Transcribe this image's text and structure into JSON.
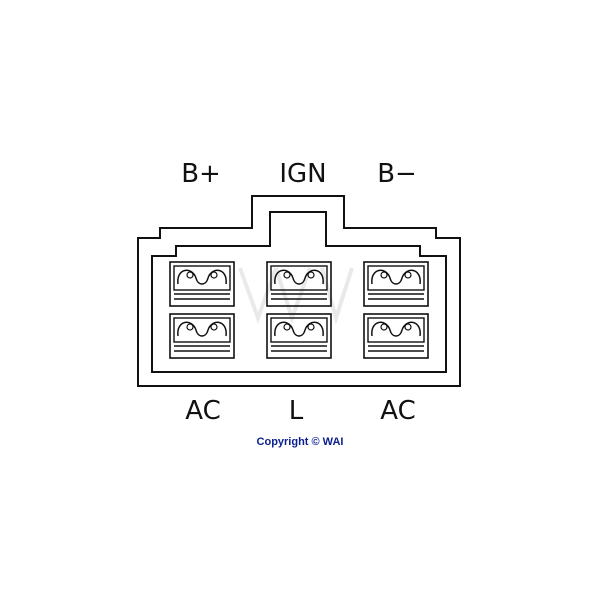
{
  "pin_labels": {
    "top_left": "B+",
    "top_center": "IGN",
    "top_right": "B−",
    "bottom_left": "AC",
    "bottom_center": "L",
    "bottom_right": "AC"
  },
  "copyright": "Copyright © WAI",
  "colors": {
    "line": "#111111",
    "copyright_text": "#0a1f8f",
    "background": "#ffffff"
  },
  "terminal_count": 6
}
